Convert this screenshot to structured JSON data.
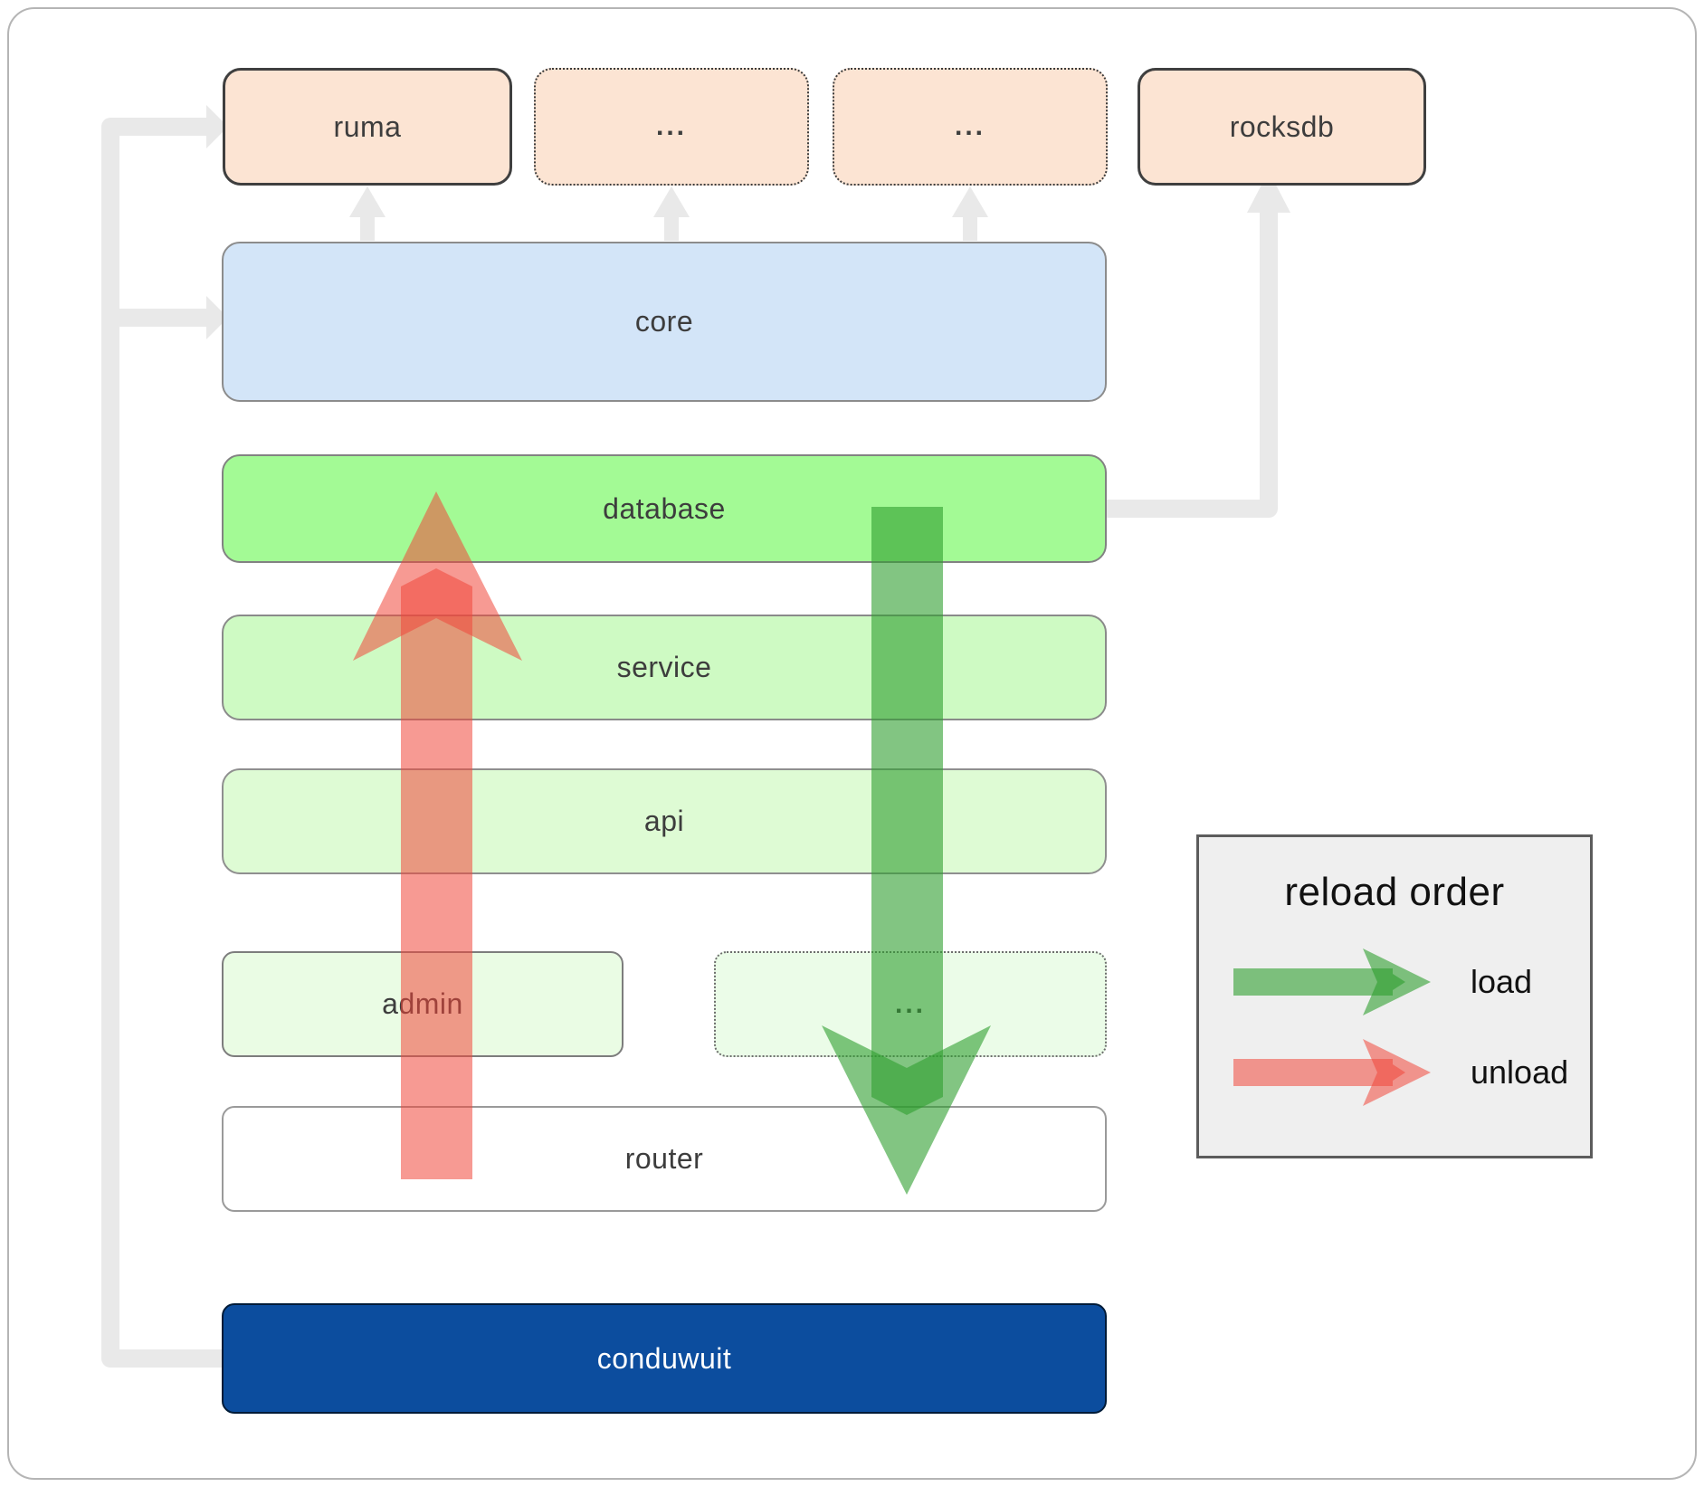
{
  "boxes": {
    "ruma": "ruma",
    "ellipsis_top_1": "...",
    "ellipsis_top_2": "...",
    "rocksdb": "rocksdb",
    "core": "core",
    "database": "database",
    "service": "service",
    "api": "api",
    "admin": "admin",
    "ellipsis_admin_row": "...",
    "router": "router",
    "conduwuit": "conduwuit"
  },
  "legend": {
    "title": "reload order",
    "load_label": "load",
    "unload_label": "unload"
  },
  "colors": {
    "load_green": "#2f9e2f",
    "unload_red": "#f0473b",
    "connector_gray": "#e9e9e9",
    "node_peach": "#fce4d3",
    "node_blue": "#d3e5f8",
    "node_green": "#a3fa95",
    "node_dark_blue": "#0c4d9e"
  }
}
